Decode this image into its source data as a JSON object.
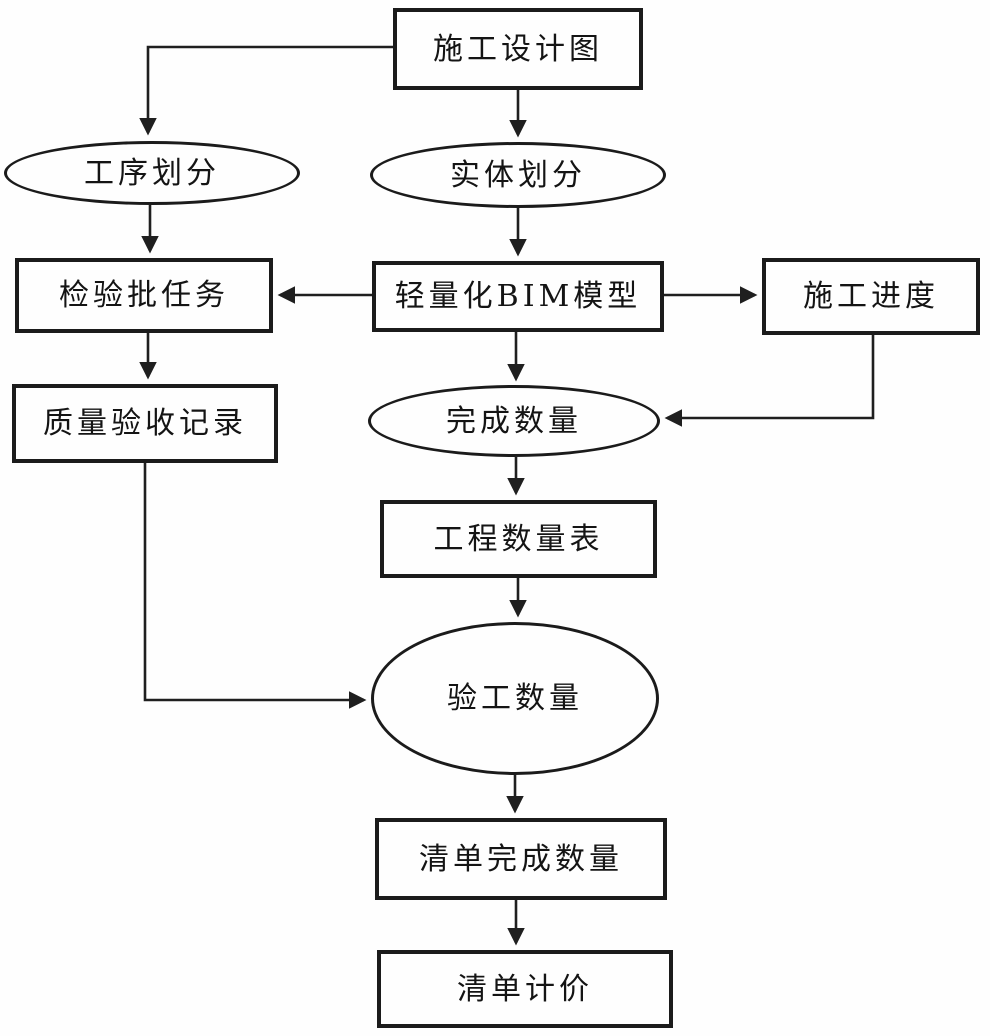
{
  "diagram": {
    "type": "flowchart",
    "colors": {
      "background": "#fefefe",
      "line": "#1f1f1f",
      "text": "#141414"
    },
    "nodes": {
      "design_drawing": {
        "label": "施工设计图",
        "shape": "rect"
      },
      "process_division": {
        "label": "工序划分",
        "shape": "ellipse"
      },
      "entity_division": {
        "label": "实体划分",
        "shape": "ellipse"
      },
      "inspection_batch_task": {
        "label": "检验批任务",
        "shape": "rect"
      },
      "bim_model": {
        "label": "轻量化BIM模型",
        "shape": "rect"
      },
      "construction_progress": {
        "label": "施工进度",
        "shape": "rect"
      },
      "quality_acceptance_record": {
        "label": "质量验收记录",
        "shape": "rect"
      },
      "completed_quantity": {
        "label": "完成数量",
        "shape": "ellipse"
      },
      "quantity_table": {
        "label": "工程数量表",
        "shape": "rect"
      },
      "work_inspection_quantity": {
        "label": "验工数量",
        "shape": "ellipse"
      },
      "list_completed_quantity": {
        "label": "清单完成数量",
        "shape": "rect"
      },
      "list_pricing": {
        "label": "清单计价",
        "shape": "rect"
      }
    },
    "edges": [
      {
        "from": "design_drawing",
        "to": "process_division"
      },
      {
        "from": "design_drawing",
        "to": "entity_division"
      },
      {
        "from": "process_division",
        "to": "inspection_batch_task"
      },
      {
        "from": "entity_division",
        "to": "bim_model"
      },
      {
        "from": "bim_model",
        "to": "inspection_batch_task"
      },
      {
        "from": "bim_model",
        "to": "construction_progress"
      },
      {
        "from": "bim_model",
        "to": "completed_quantity"
      },
      {
        "from": "inspection_batch_task",
        "to": "quality_acceptance_record"
      },
      {
        "from": "construction_progress",
        "to": "completed_quantity"
      },
      {
        "from": "completed_quantity",
        "to": "quantity_table"
      },
      {
        "from": "quantity_table",
        "to": "work_inspection_quantity"
      },
      {
        "from": "quality_acceptance_record",
        "to": "work_inspection_quantity"
      },
      {
        "from": "work_inspection_quantity",
        "to": "list_completed_quantity"
      },
      {
        "from": "list_completed_quantity",
        "to": "list_pricing"
      }
    ]
  }
}
